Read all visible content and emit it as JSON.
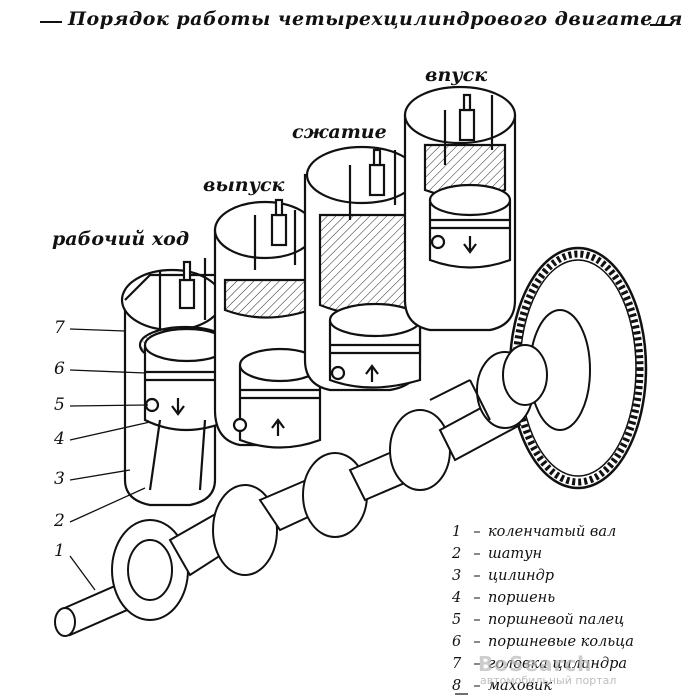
{
  "title": "Порядок работы четырехцилиндрового двигателя",
  "stroke_labels": {
    "power": "рабочий ход",
    "exhaust": "выпуск",
    "compression": "сжатие",
    "intake": "впуск"
  },
  "callouts": [
    "7",
    "6",
    "5",
    "4",
    "3",
    "2",
    "1"
  ],
  "legend": [
    {
      "num": "1",
      "text": "коленчатый вал"
    },
    {
      "num": "2",
      "text": "шатун"
    },
    {
      "num": "3",
      "text": "цилиндр"
    },
    {
      "num": "4",
      "text": "поршень"
    },
    {
      "num": "5",
      "text": "поршневой палец"
    },
    {
      "num": "6",
      "text": "поршневые кольца"
    },
    {
      "num": "7",
      "text": "головка цилиндра"
    },
    {
      "num": "8",
      "text": "маховик"
    }
  ],
  "watermark": {
    "main": "BoSearch",
    "sub": "автомобильный портал"
  }
}
